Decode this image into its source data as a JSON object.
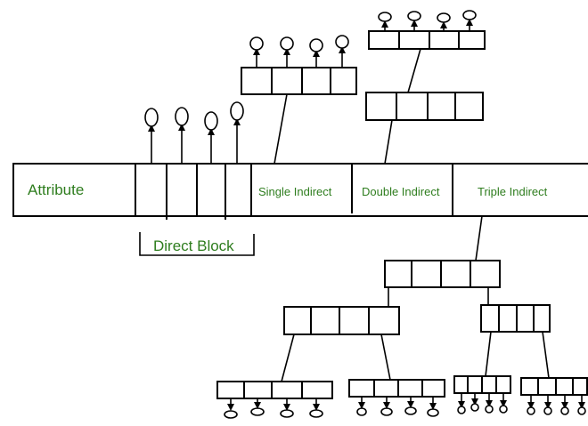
{
  "inode": {
    "attribute_label": "Attribute",
    "single_indirect_label": "Single Indirect",
    "double_indirect_label": "Double Indirect",
    "triple_indirect_label": "Triple Indirect",
    "direct_block_label": "Direct Block"
  },
  "colors": {
    "label": "#2e7d1e",
    "line": "#000000",
    "background": "#ffffff"
  }
}
